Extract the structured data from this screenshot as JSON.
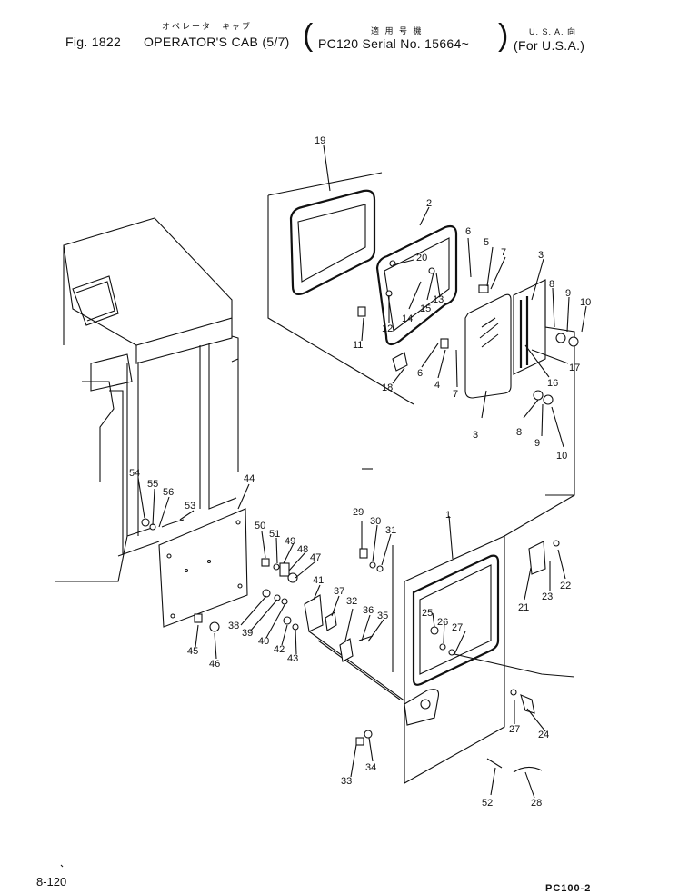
{
  "header": {
    "fig_label": "Fig. 1822",
    "title_kana": "オペレータ　キャブ",
    "title": "OPERATOR'S CAB (5/7)",
    "applic_kana": "適 用 号 機",
    "serial": "PC120 Serial No. 15664~",
    "region_kana": "U. S. A. 向",
    "region": "(For U.S.A.)"
  },
  "footer": {
    "page": "8-120",
    "model_code": "PC100-2"
  },
  "callouts": [
    "1",
    "2",
    "3",
    "3",
    "4",
    "5",
    "6",
    "6",
    "7",
    "7",
    "8",
    "8",
    "9",
    "9",
    "10",
    "10",
    "11",
    "12",
    "13",
    "14",
    "15",
    "16",
    "17",
    "18",
    "19",
    "20",
    "21",
    "22",
    "23",
    "24",
    "25",
    "26",
    "27",
    "27",
    "28",
    "29",
    "30",
    "31",
    "32",
    "33",
    "34",
    "35",
    "36",
    "37",
    "38",
    "39",
    "40",
    "41",
    "42",
    "43",
    "44",
    "45",
    "46",
    "47",
    "48",
    "49",
    "50",
    "51",
    "52",
    "53",
    "54",
    "55",
    "56"
  ]
}
